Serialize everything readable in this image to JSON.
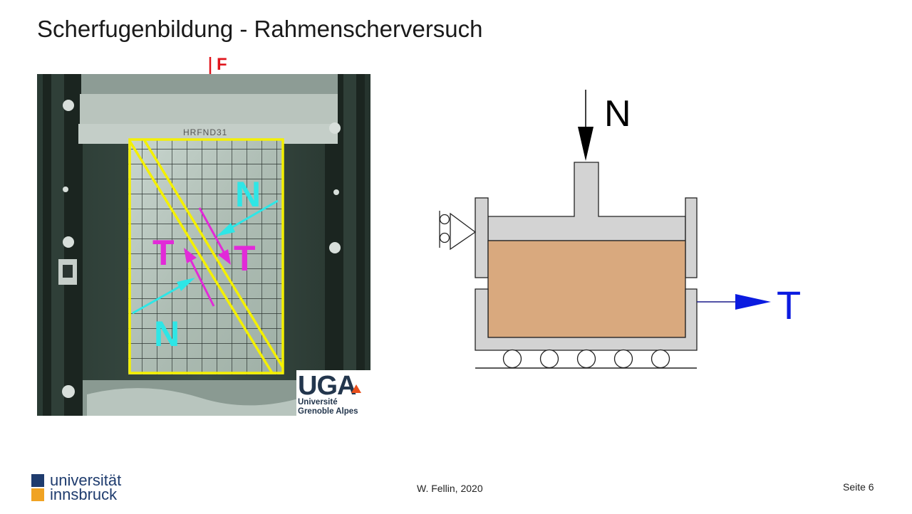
{
  "slide": {
    "title": "Scherfugenbildung - Rahmenscherversuch",
    "author": "W. Fellin, 2020",
    "page": "Seite 6"
  },
  "photo": {
    "force_label": "F",
    "normal_label_upper": "N",
    "normal_label_lower": "N",
    "shear_label_left": "T",
    "shear_label_right": "T",
    "specimen_tag": "HRFND31",
    "logo_mark": "UGA",
    "logo_line1": "Université",
    "logo_line2": "Grenoble Alpes"
  },
  "diagram": {
    "normal_force_label": "N",
    "shear_force_label": "T"
  },
  "footer_logo": {
    "line1": "universität",
    "line2": "innsbruck"
  },
  "colors": {
    "photo_outline": "#f4f000",
    "force_arrow": "#e0161d",
    "normal_arrow": "#2ee6e6",
    "shear_arrow": "#e22ad8",
    "box_gray": "#d3d3d3",
    "soil": "#d9a97e",
    "shear_arrow_blue": "#0b1be0",
    "uibk_blue": "#1f3c6e",
    "uibk_orange": "#f0a323"
  }
}
